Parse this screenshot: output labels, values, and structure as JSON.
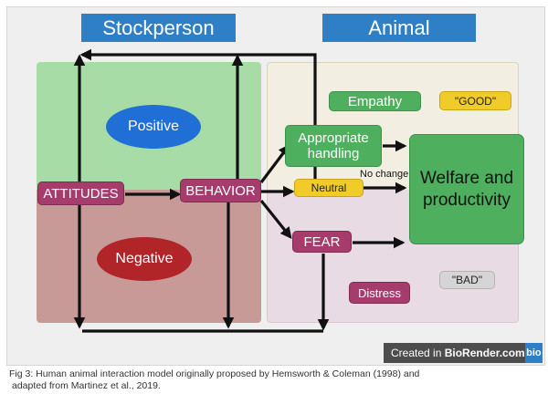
{
  "headers": {
    "stockperson": "Stockperson",
    "animal": "Animal"
  },
  "ellipses": {
    "positive": "Positive",
    "negative": "Negative"
  },
  "nodes": {
    "attitudes": "ATTITUDES",
    "behavior": "BEHAVIOR",
    "appropriate_handling": "Appropriate handling",
    "neutral": "Neutral",
    "fear": "FEAR",
    "welfare": "Welfare and productivity",
    "empathy": "Empathy",
    "good": "\"GOOD\"",
    "bad": "\"BAD\"",
    "distress": "Distress",
    "no_change": "No change"
  },
  "watermark": {
    "text": "Created in ",
    "brand": "BioRender.com",
    "logo": "bio"
  },
  "caption": {
    "line1": "Fig 3: Human animal interaction model originally proposed by Hemsworth & Coleman (1998) and",
    "line2": "adapted from Martinez et al., 2019."
  },
  "colors": {
    "header_blue": "#2f7fc6",
    "positive_bg": "#a8dca6",
    "negative_bg": "#c79a98",
    "animal_top_bg": "#f2efe2",
    "animal_bottom_bg": "#e9dbe4",
    "node_maroon": "#a63c6c",
    "node_green": "#4eb05e",
    "neutral_yellow": "#f1cb28",
    "ellipse_blue": "#1f6fd6",
    "ellipse_red": "#b12427"
  }
}
